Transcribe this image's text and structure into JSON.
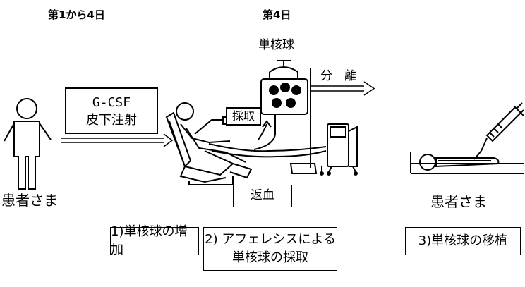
{
  "header": {
    "days_1_4": "第1から4日",
    "day_4": "第4日"
  },
  "labels": {
    "mononuclear": "単核球",
    "separation": "分　離",
    "gcsf_line1": "G-CSF",
    "gcsf_line2": "皮下注射",
    "collection": "採取",
    "return_blood": "返血",
    "patient_left": "患者さま",
    "patient_right": "患者さま"
  },
  "steps": [
    {
      "lines": [
        "1)単核球の増加"
      ]
    },
    {
      "lines": [
        "2) アフェレシスによる",
        "単核球の採取"
      ]
    },
    {
      "lines": [
        "3)単核球の移植"
      ]
    }
  ]
}
